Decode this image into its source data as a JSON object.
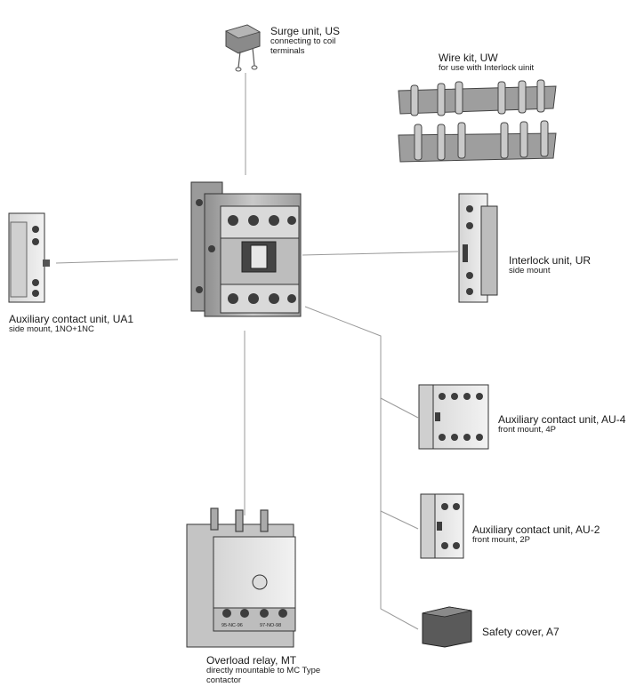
{
  "components": {
    "surge_unit": {
      "title": "Surge unit, US",
      "sub1": "connecting to coil",
      "sub2": "terminals"
    },
    "wire_kit": {
      "title": "Wire kit, UW",
      "sub1": "for use with Interlock uinit"
    },
    "interlock_unit": {
      "title": "Interlock unit, UR",
      "sub1": "side mount"
    },
    "aux_side": {
      "title": "Auxiliary contact unit, UA1",
      "sub1": "side mount, 1NO+1NC"
    },
    "aux_front_4": {
      "title": "Auxiliary contact unit, AU-4",
      "sub1": "front mount, 4P"
    },
    "aux_front_2": {
      "title": "Auxiliary contact unit, AU-2",
      "sub1": "front mount, 2P"
    },
    "safety_cover": {
      "title": "Safety cover, A7"
    },
    "overload_relay": {
      "title": "Overload relay, MT",
      "sub1": "directly mountable to MC Type",
      "sub2": "contactor",
      "label_left": "95-NC-96",
      "label_right": "97-NO-98"
    }
  },
  "colors": {
    "body": "#c8c8c8",
    "dark": "#555555",
    "light": "#e6e6e6",
    "line": "#9a9a9a"
  }
}
